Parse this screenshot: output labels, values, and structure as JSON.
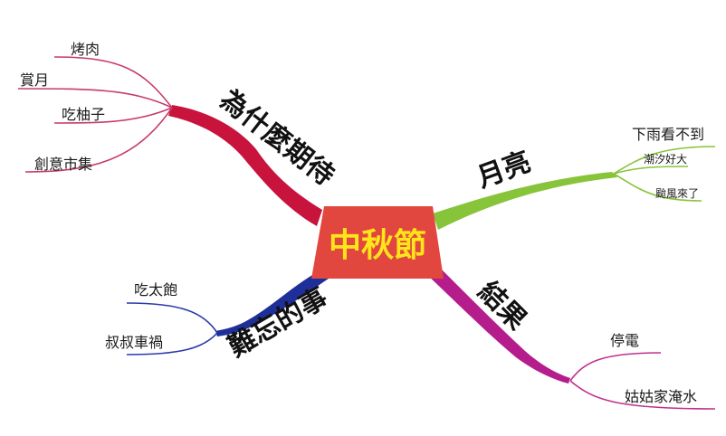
{
  "center": {
    "label": "中秋節",
    "fill": "#e2473f",
    "text_color": "#ffe619"
  },
  "branches": {
    "why": {
      "label": "為什麼期待",
      "color": "#c8143c",
      "leaf_color": "#c63c6a",
      "leaves": [
        "烤肉",
        "賞月",
        "吃柚子",
        "創意市集"
      ]
    },
    "moon": {
      "label": "月亮",
      "color": "#88c43a",
      "leaf_color": "#88c43a",
      "leaves": [
        "下雨看不到",
        "潮汐好大",
        "颱風來了"
      ]
    },
    "memorable": {
      "label": "難忘的事",
      "color": "#1e2f9a",
      "leaf_color": "#2a3aa8",
      "leaves": [
        "吃太飽",
        "叔叔車禍"
      ]
    },
    "result": {
      "label": "結果",
      "color": "#b51c8c",
      "leaf_color": "#c12f8f",
      "leaves": [
        "停電",
        "姑姑家淹水"
      ]
    }
  }
}
